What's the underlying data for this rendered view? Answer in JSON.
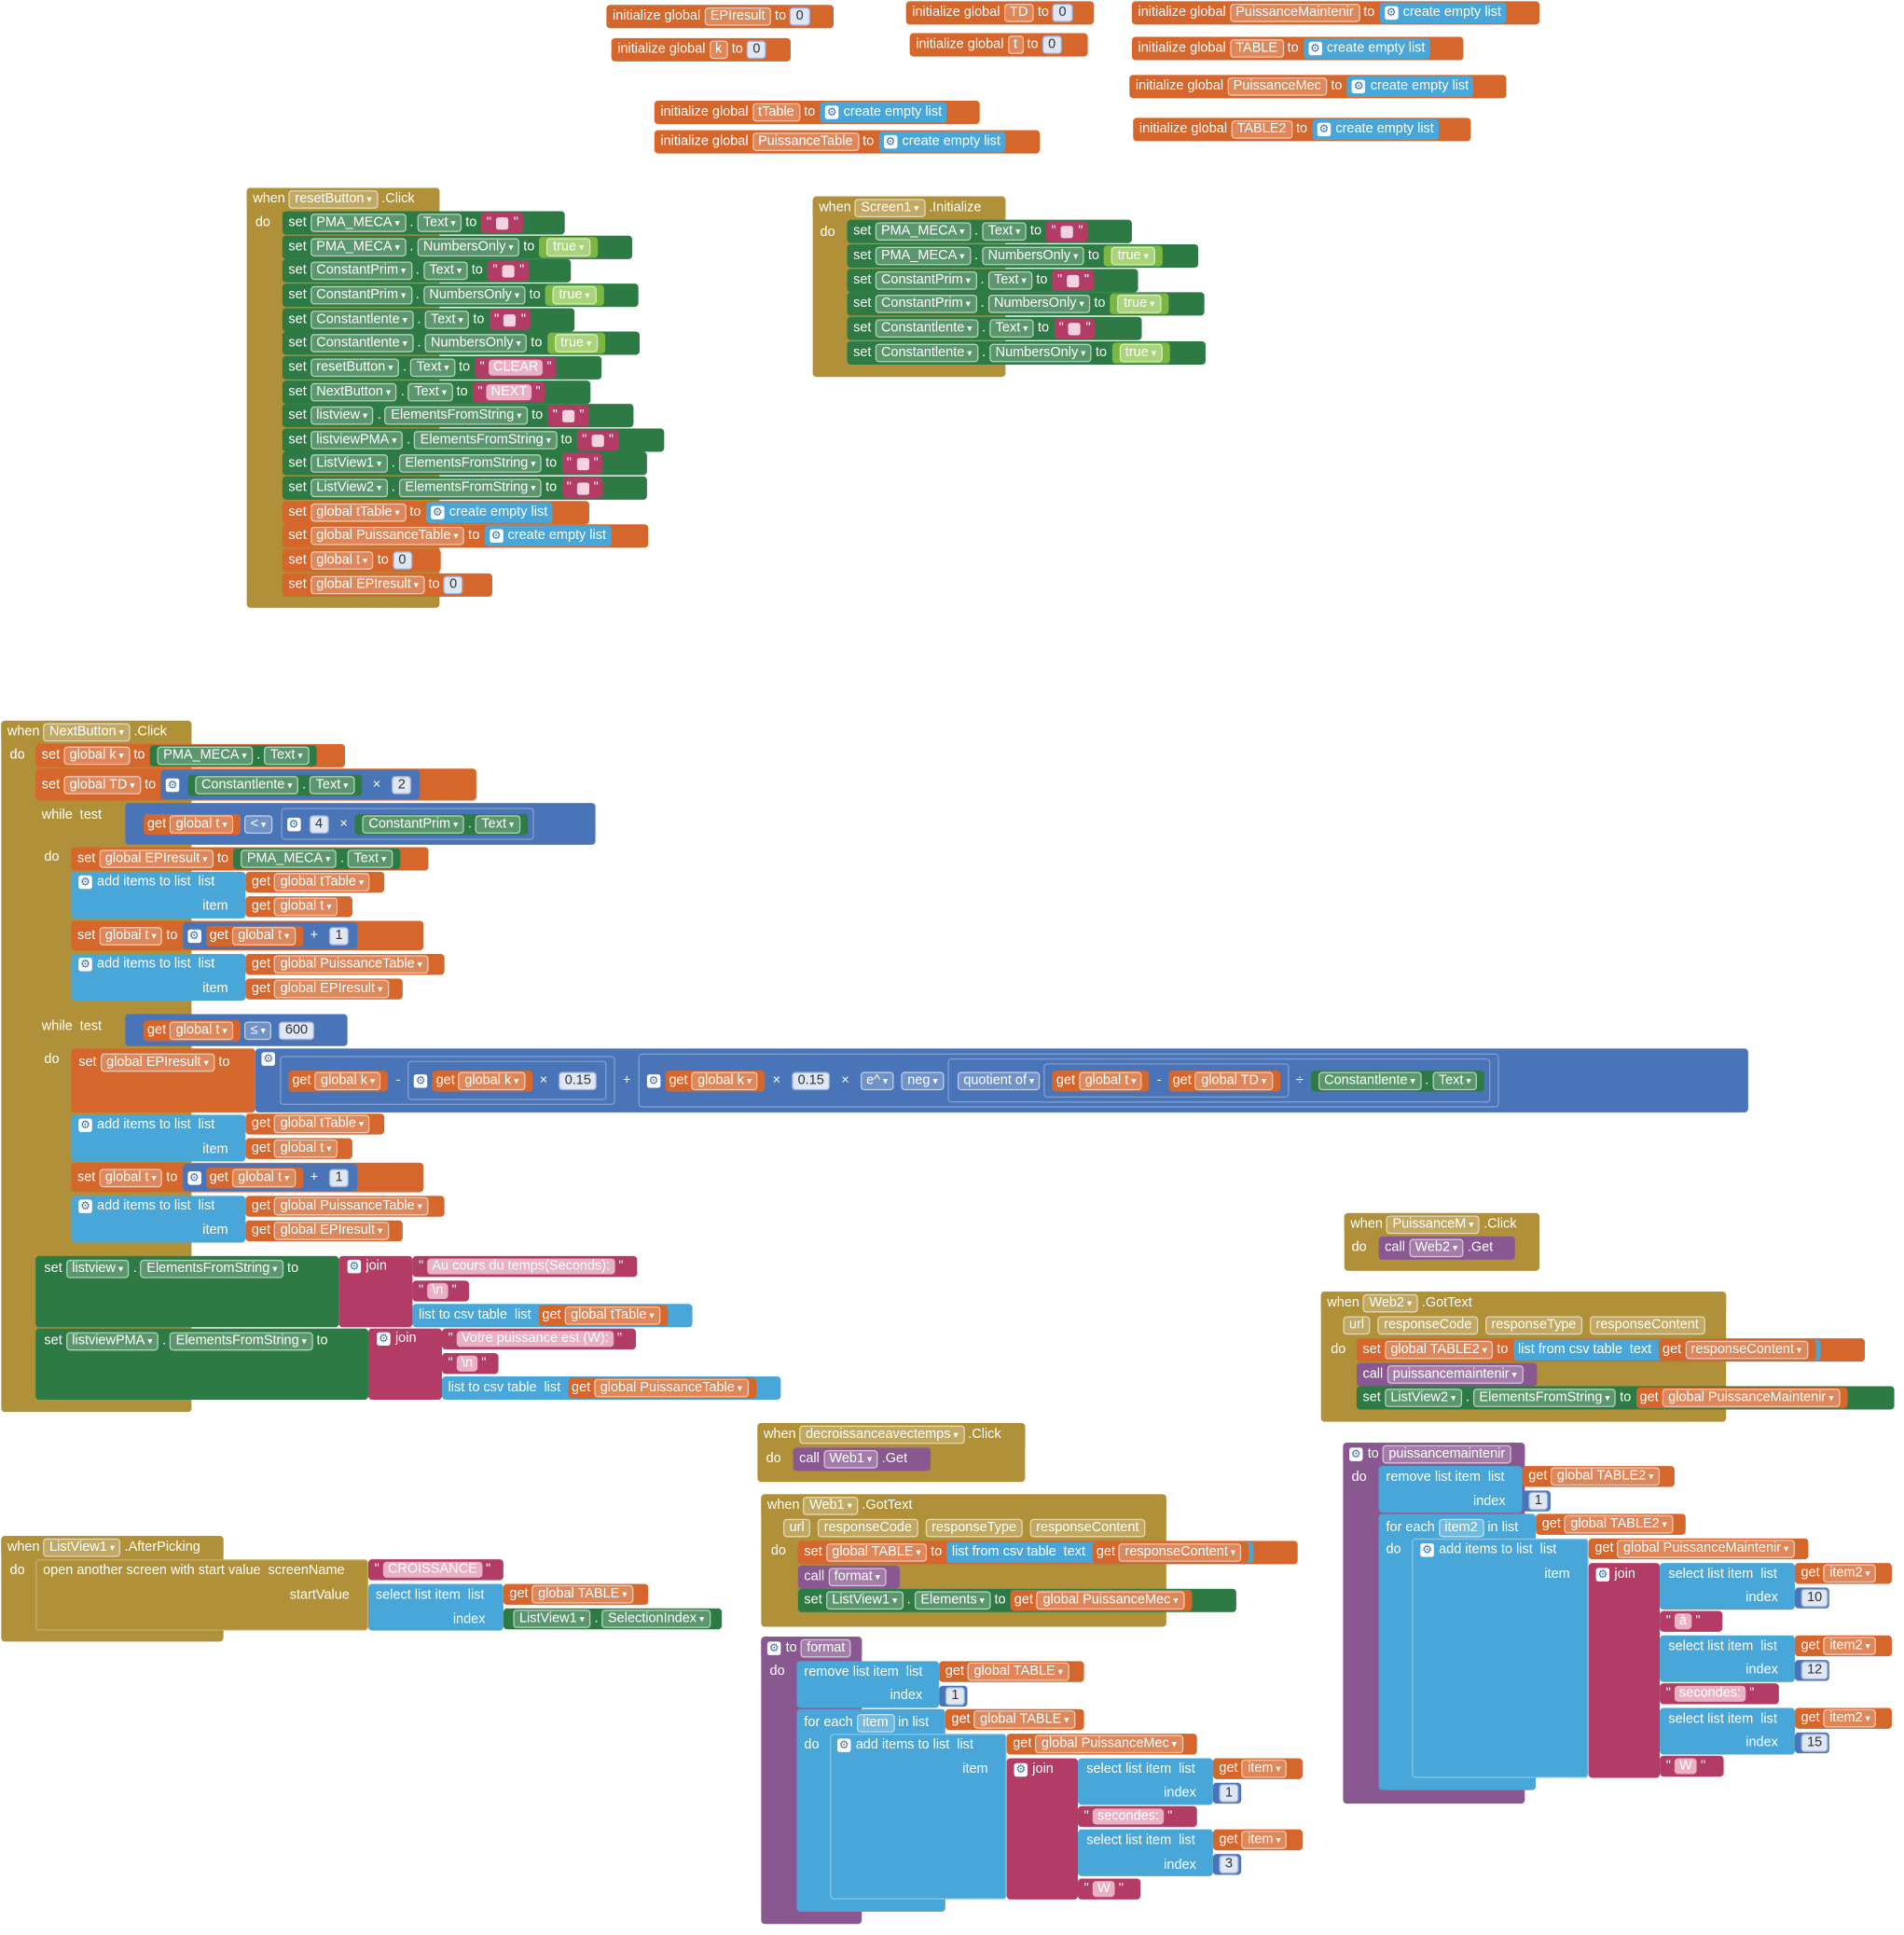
{
  "workspace": {
    "kw": {
      "initialize_global": "initialize global",
      "to": "to",
      "create_empty_list": "create empty list",
      "when": "when",
      "do": "do",
      "set": "set",
      "get": "get",
      "call": "call",
      "while": "while",
      "test": "test",
      "add_items_to_list": "add items to list",
      "list": "list",
      "item": "item",
      "join": "join",
      "list_to_csv_table": "list to csv table",
      "list_from_csv_table": "list from csv table",
      "text": "text",
      "for_each": "for each",
      "in_list": "in list",
      "remove_list_item": "remove list item",
      "index": "index",
      "select_list_item": "select list item",
      "open_another_screen": "open another screen with start value",
      "screen_name": "screenName",
      "start_value": "startValue",
      "quotient_of": "quotient of",
      "e_caret": "e^",
      "neg": "neg",
      "true_val": "true",
      "url": "url",
      "response_code": "responseCode",
      "response_type": "responseType",
      "response_content": "responseContent",
      "plus": "+",
      "minus": "-",
      "times": "×",
      "divide": "÷",
      "lt": "<",
      "le": "≤"
    },
    "globals": {
      "epiresult": "EPIresult",
      "k": "k",
      "td": "TD",
      "t": "t",
      "puissance_maintenir": "PuissanceMaintenir",
      "table": "TABLE",
      "puissance_mec": "PuissanceMec",
      "table2": "TABLE2",
      "ttable": "tTable",
      "puissance_table": "PuissanceTable",
      "zero": "0"
    },
    "components": {
      "reset_button": "resetButton",
      "next_button": "NextButton",
      "screen1": "Screen1",
      "pma_meca": "PMA_MECA",
      "constant_prim": "ConstantPrim",
      "constant_lente": "Constantlente",
      "listview": "listview",
      "listview_pma": "listviewPMA",
      "listview1": "ListView1",
      "listview2": "ListView2",
      "puissance_m": "PuissanceM",
      "web1": "Web1",
      "web2": "Web2",
      "decroissance": "decroissanceavectemps"
    },
    "props": {
      "click": ".Click",
      "initialize": ".Initialize",
      "got_text": ".GotText",
      "after_picking": ".AfterPicking",
      "get_method": ".Get",
      "text": "Text",
      "numbers_only": "NumbersOnly",
      "elements_from_string": "ElementsFromString",
      "elements": "Elements",
      "selection_index": "SelectionIndex"
    },
    "vars": {
      "global_k": "global k",
      "global_td": "global TD",
      "global_t": "global t",
      "global_epiresult": "global EPIresult",
      "global_ttable": "global tTable",
      "global_puissance_table": "global PuissanceTable",
      "global_table": "global TABLE",
      "global_table2": "global TABLE2",
      "global_puissance_mec": "global PuissanceMec",
      "global_puissance_maintenir": "global PuissanceMaintenir",
      "response_content": "responseContent",
      "item": "item",
      "item2": "item2"
    },
    "strings": {
      "clear": "CLEAR",
      "next": "NEXT",
      "newline": "\\n",
      "au_cours": "Au cours du temps(Seconds):",
      "votre_puissance": "Votre puissance est (W):",
      "croissance": "CROISSANCE",
      "secondes": "secondes:",
      "a_accent": "à",
      "w": "W"
    },
    "numbers": {
      "one": "1",
      "two": "2",
      "three": "3",
      "four": "4",
      "ten": "10",
      "twelve": "12",
      "fifteen": "15",
      "six_hundred": "600",
      "coef": "0.15"
    },
    "procedures": {
      "format": "format",
      "puissancemaintenir": "puissancemaintenir"
    }
  }
}
